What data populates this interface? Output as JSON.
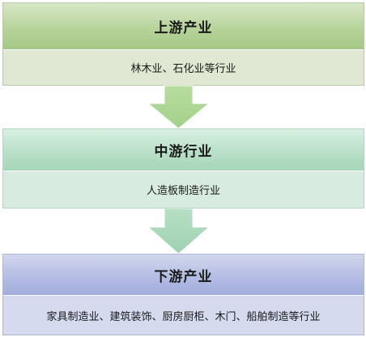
{
  "stages": [
    {
      "title": "上游产业",
      "content": "林木业、石化业等行业",
      "color": "#b7d39a"
    },
    {
      "title": "中游行业",
      "content": "人造板制造行业",
      "color": "#b9e0c8"
    },
    {
      "title": "下游产业",
      "content": "家具制造业、建筑装饰、厨房厨柜、木门、船舶制造等行业",
      "color": "#b4bde3"
    }
  ]
}
